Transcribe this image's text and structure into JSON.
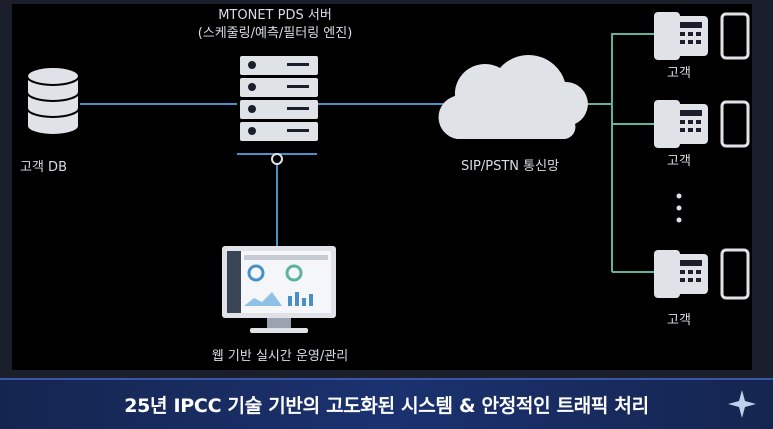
{
  "diagram": {
    "server_title": "MTONET PDS 서버",
    "server_subtitle": "(스케줄링/예측/필터링 엔진)",
    "db_label": "고객 DB",
    "network_label": "SIP/PSTN 통신망",
    "web_label": "웹 기반 실시간 운영/관리",
    "customer_labels": [
      "고객",
      "고객",
      "고객"
    ]
  },
  "banner": {
    "text": "25년 IPCC 기술 기반의 고도화된 시스템 & 안정적인 트래픽 처리"
  },
  "colors": {
    "line": "#4a90c8",
    "green_line": "#5fb39c",
    "icon_fill": "#dfe3e8",
    "banner_bg": "#1b3270"
  }
}
